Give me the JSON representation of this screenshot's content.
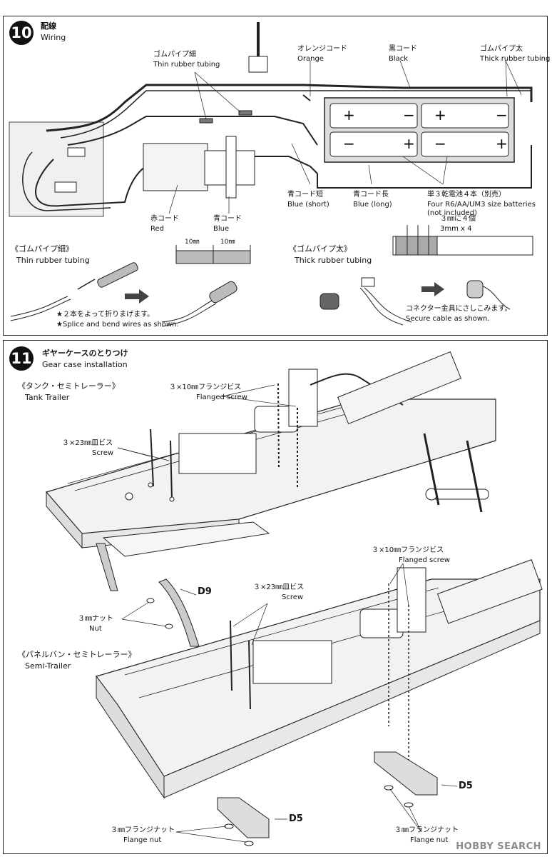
{
  "step10": {
    "number": "10",
    "title_jp": "配線",
    "title_en": "Wiring",
    "labels": {
      "thin_tube_jp": "ゴムパイプ細",
      "thin_tube_en": "Thin rubber tubing",
      "orange_jp": "オレンジコード",
      "orange_en": "Orange",
      "black_jp": "黒コード",
      "black_en": "Black",
      "thick_tube_jp": "ゴムパイプ太",
      "thick_tube_en": "Thick rubber tubing",
      "blue_short_jp": "青コード短",
      "blue_short_en": "Blue (short)",
      "blue_long_jp": "青コード長",
      "blue_long_en": "Blue (long)",
      "batt_jp": "単３乾電池４本（別売）",
      "batt_en1": "Four R6/AA/UM3 size batteries",
      "batt_en2": "(not included)",
      "red_jp": "赤コード",
      "red_en": "Red",
      "blue_jp": "青コード",
      "blue_en": "Blue"
    },
    "cut_a": "10㎜",
    "cut_b": "10㎜",
    "cut4_jp": "３㎜に４個",
    "cut4_en": "3mm x 4",
    "thin_detail_jp": "《ゴムパイプ細》",
    "thin_detail_en": "Thin rubber tubing",
    "splice_jp": "★２本をよって折りまげます。",
    "splice_en": "★Splice and bend wires as shown.",
    "thick_detail_jp": "《ゴムパイプ太》",
    "thick_detail_en": "Thick rubber tubing",
    "secure_jp": "コネクター金具にさしこみます。",
    "secure_en": "Secure cable as shown."
  },
  "step11": {
    "number": "11",
    "title_jp": "ギヤーケースのとりつけ",
    "title_en": "Gear case installation",
    "tank_jp": "《タンク・セミトレーラー》",
    "tank_en": "Tank Trailer",
    "semi_jp": "《パネルバン・セミトレーラー》",
    "semi_en": "Semi-Trailer",
    "flanged_jp": "３×10㎜フランジビス",
    "flanged_en": "Flanged screw",
    "screw_jp": "３×23㎜皿ビス",
    "screw_en": "Screw",
    "nut_jp": "３㎜ナット",
    "nut_en": "Nut",
    "flange_nut_jp": "３㎜フランジナット",
    "flange_nut_en": "Flange nut",
    "part_d9": "D9",
    "part_d5": "D5"
  },
  "watermark": "HOBBY SEARCH"
}
